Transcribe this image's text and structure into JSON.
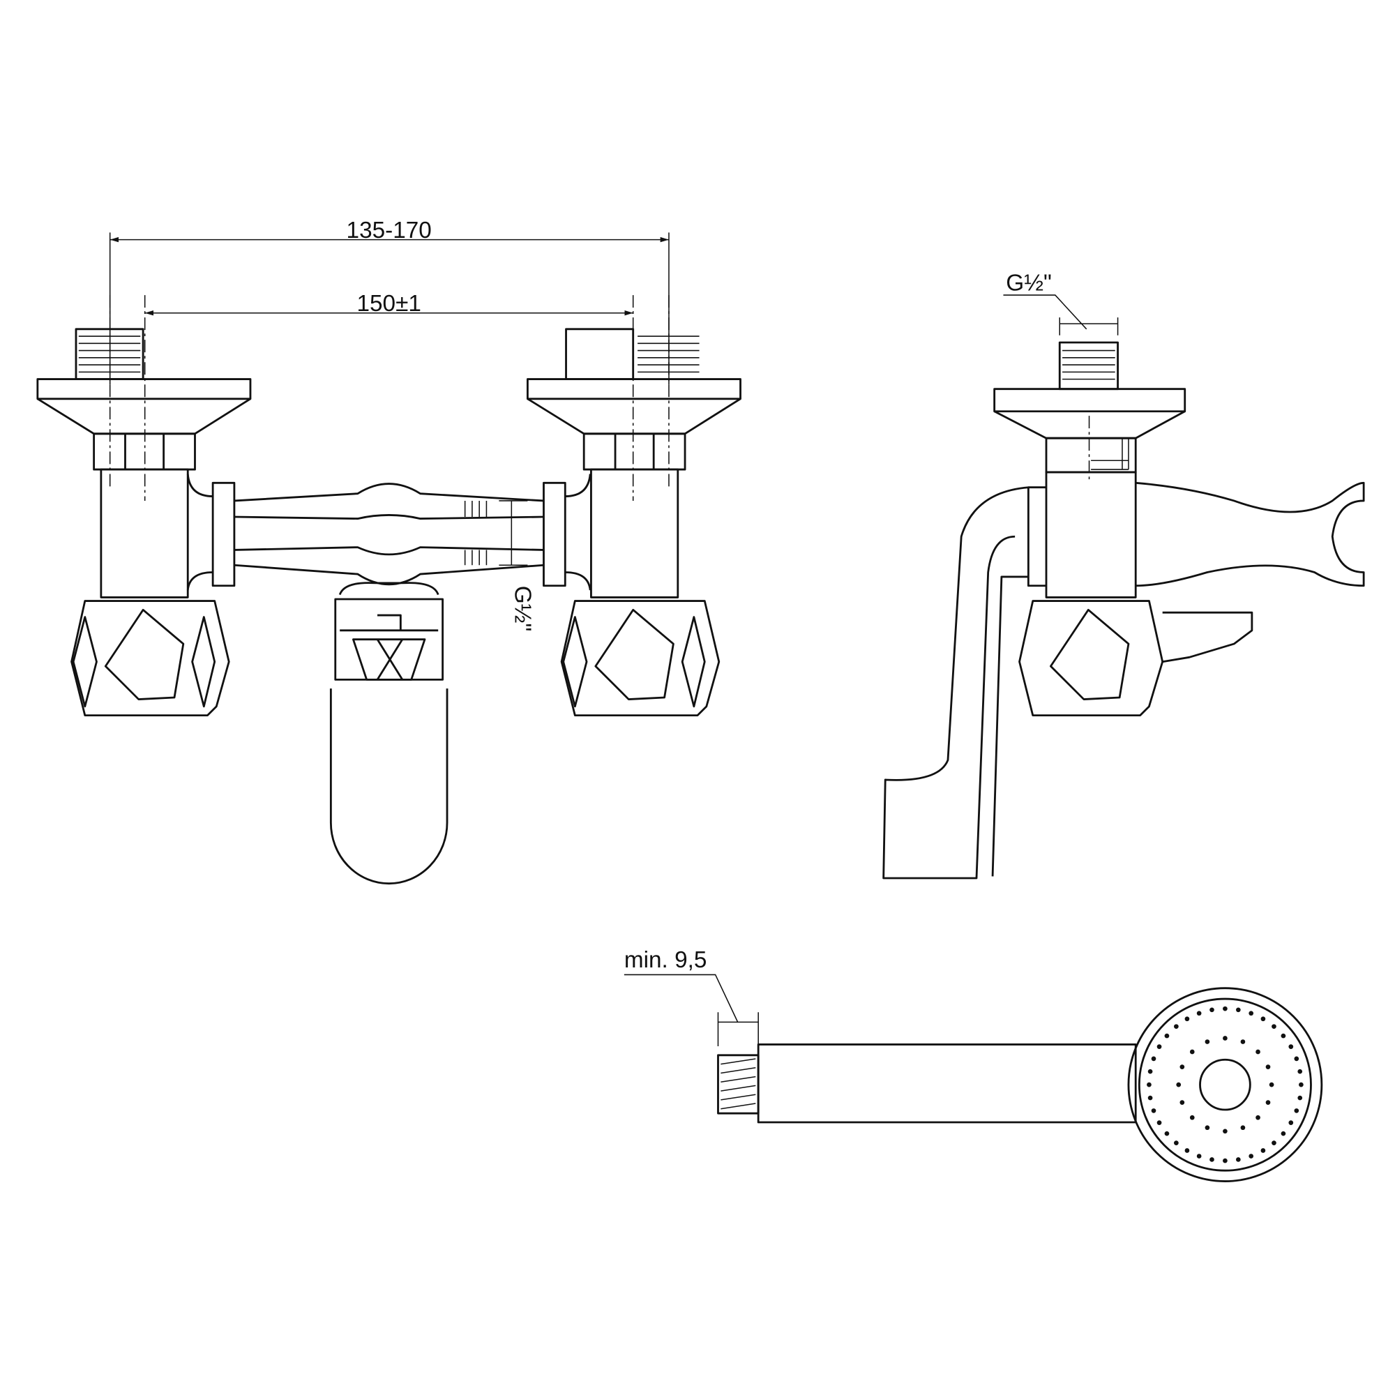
{
  "dimensions": {
    "front_range": "135-170",
    "front_center": "150±1",
    "front_thread": "G½\"",
    "side_thread": "G½\"",
    "shower_thread": "min. 9,5"
  }
}
